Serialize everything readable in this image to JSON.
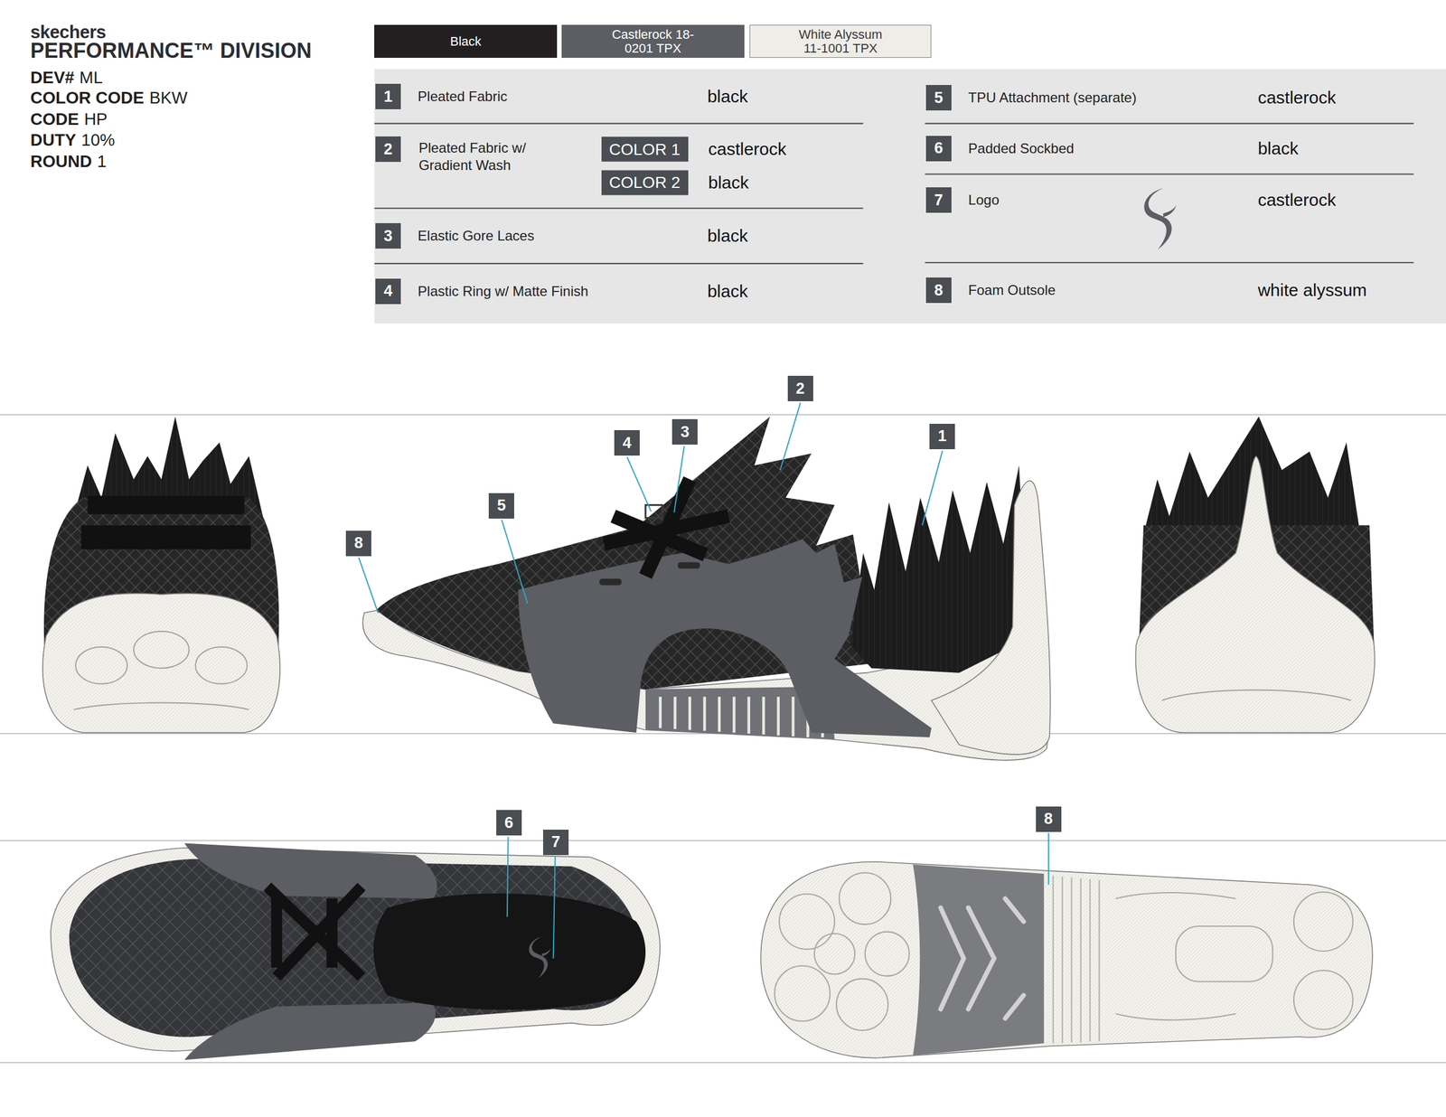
{
  "diagram": {
    "title": "PERFORMANCE™ DIVISION",
    "labels": [
      "skechers",
      "DEV#",
      "ML",
      "COLOR CODE",
      "BKW",
      "CODE",
      "HP",
      "DUTY",
      "10%",
      "ROUND",
      "1",
      "1",
      "Pleated Fabric",
      "black",
      "2",
      "Pleated Fabric w/ Gradient Wash",
      "COLOR 1",
      "castlerock",
      "COLOR 2",
      "black",
      "3",
      "Elastic Gore Laces",
      "black",
      "4",
      "Plastic Ring w/ Matte Finish",
      "black",
      "5",
      "TPU Attachment (separate)",
      "castlerock",
      "6",
      "Padded Sockbed",
      "black",
      "7",
      "Logo",
      "castlerock",
      "8",
      "Foam Outsole",
      "white alyssum",
      "2",
      "4",
      "3",
      "5",
      "1",
      "8",
      "6",
      "7",
      "8"
    ],
    "legend": [
      {
        "text": "Black",
        "color": "#231f20"
      },
      {
        "text": "Castlerock 18-0201 TPX",
        "color": "#5c5e63"
      },
      {
        "text": "White Alyssum 11-1001 TPX",
        "color": "#efede8"
      }
    ]
  }
}
